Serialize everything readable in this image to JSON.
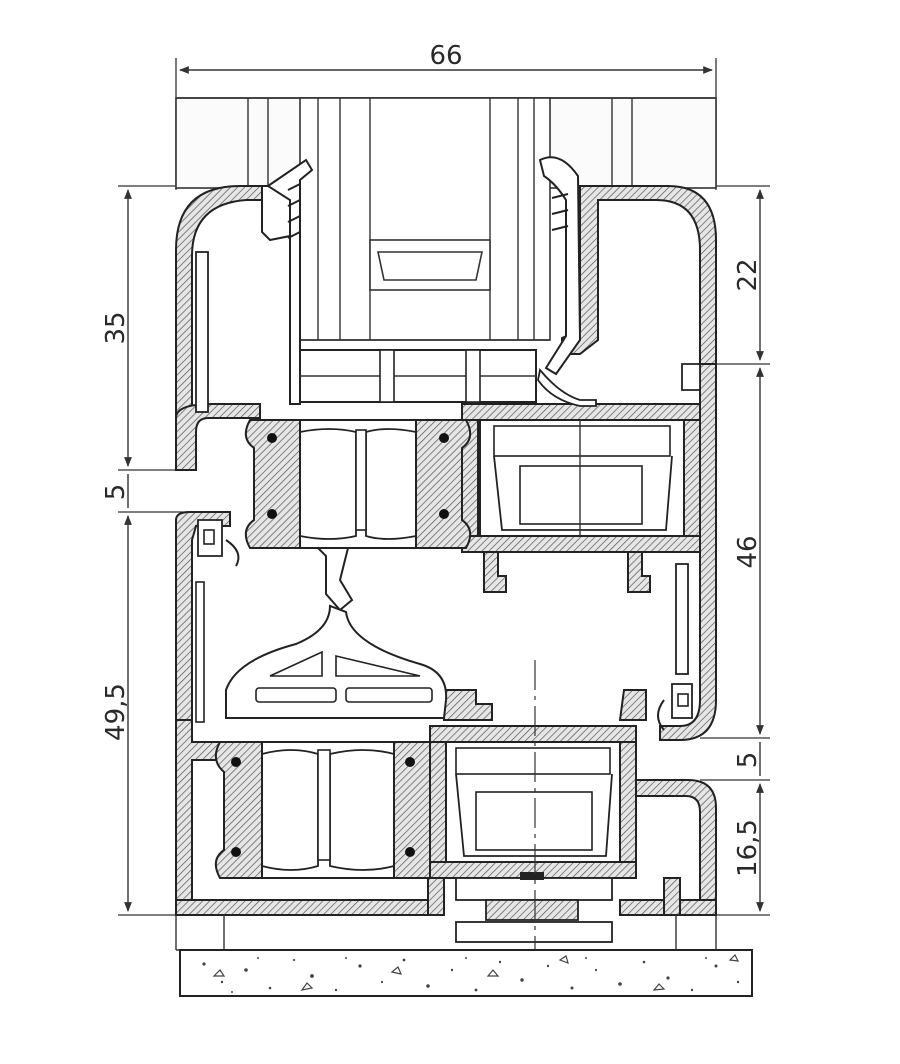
{
  "dimensions": {
    "width_total": "66",
    "left_upper": "35",
    "left_gap": "5",
    "left_lower": "49,5",
    "right_top": "22",
    "right_mid": "46",
    "right_gap": "5",
    "right_bottom": "16,5"
  }
}
